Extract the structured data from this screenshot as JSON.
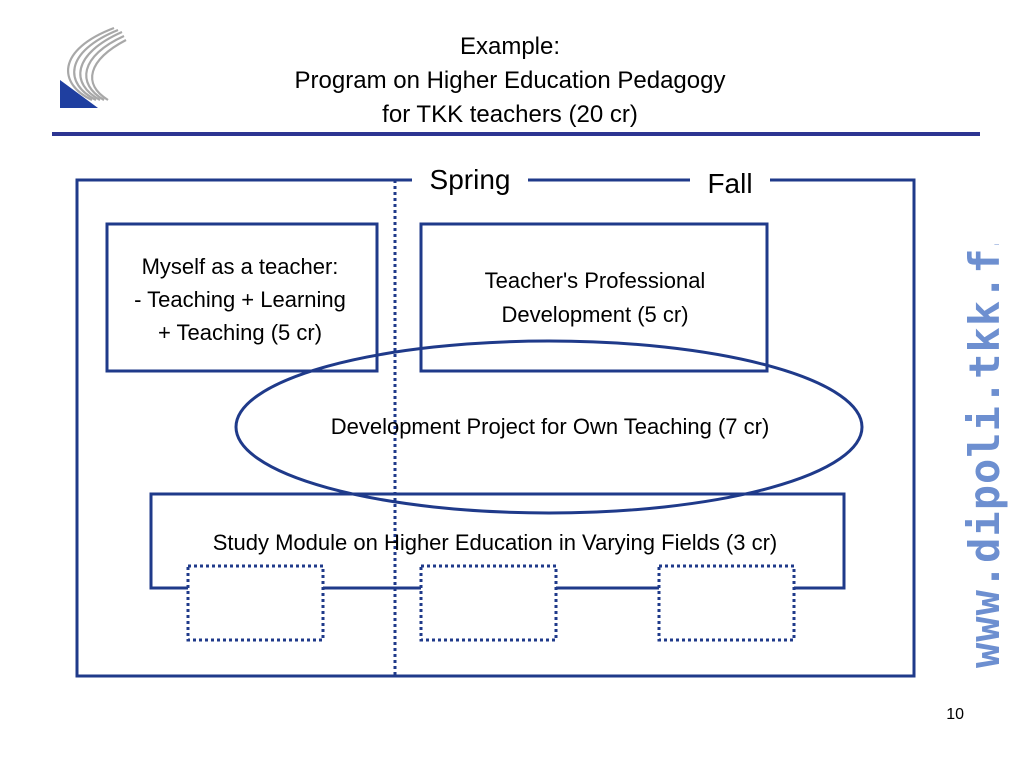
{
  "title": {
    "line1": "Example:",
    "line2": "Program on Higher Education Pedagogy",
    "line3": "for TKK teachers (20 cr)"
  },
  "diagram": {
    "spring_label": "Spring",
    "fall_label": "Fall",
    "myself_box": {
      "line1": "Myself as a teacher:",
      "line2": "- Teaching + Learning",
      "line3": "+ Teaching (5 cr)"
    },
    "tpd_box": {
      "line1": "Teacher's Professional",
      "line2": "Development (5 cr)"
    },
    "dev_project": "Development Project for Own Teaching (7 cr)",
    "study_module": "Study Module on Higher Education in Varying Fields (3 cr)"
  },
  "side_url": "www.dipoli.tkk.fi",
  "page_number": "10",
  "colors": {
    "line": "#1f3a8a",
    "accent_rule": "#2d3592",
    "url_text": "#6d8fd0",
    "logo_blue": "#1f3fa0",
    "logo_gray": "#a8a8a8"
  }
}
